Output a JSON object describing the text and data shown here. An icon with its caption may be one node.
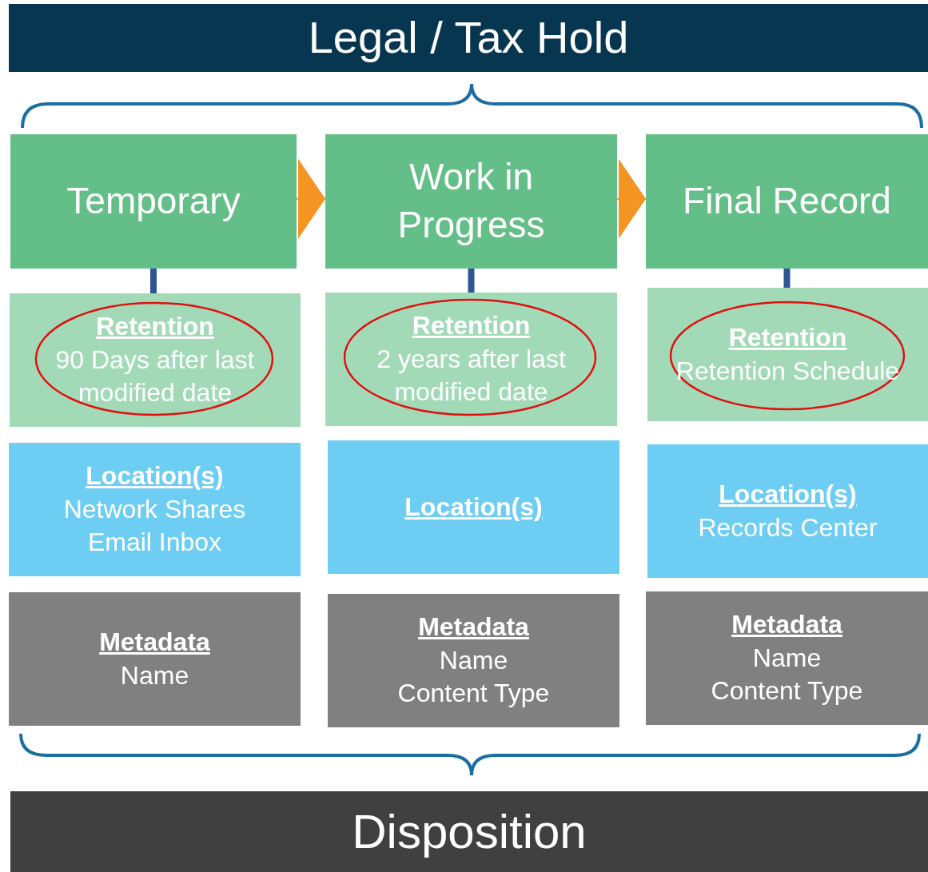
{
  "diagram": {
    "nodes": [
      {
        "text": [
          "Legal / Tax Hold"
        ]
      },
      {
        "text": [
          "Temporary"
        ]
      },
      {
        "text": [
          "Work in Progress"
        ]
      },
      {
        "text": [
          "Final Record"
        ]
      },
      {
        "text": [
          "Retention",
          "90 Days after last modified date"
        ]
      },
      {
        "text": [
          "Retention",
          "2 years after last modified date"
        ]
      },
      {
        "text": [
          "Retention",
          "Retention Schedule"
        ]
      },
      {
        "text": [
          "Location(s)",
          "Network Shares",
          "Email Inbox"
        ]
      },
      {
        "text": [
          "Location(s)"
        ]
      },
      {
        "text": [
          "Location(s)",
          "Records Center"
        ]
      },
      {
        "text": [
          "Metadata",
          "Name"
        ]
      },
      {
        "text": [
          "Metadata",
          "Name",
          "Content Type"
        ]
      },
      {
        "text": [
          "Metadata",
          "Name",
          "Content Type"
        ]
      },
      {
        "text": [
          "Disposition"
        ]
      }
    ],
    "edges": [
      {
        "from": 1,
        "to": 2,
        "arrow": "to",
        "color": "#f39423"
      },
      {
        "from": 2,
        "to": 3,
        "arrow": "to",
        "color": "#f39423"
      },
      {
        "from": 1,
        "to": 4,
        "arrow": "none"
      },
      {
        "from": 2,
        "to": 5,
        "arrow": "none"
      },
      {
        "from": 3,
        "to": 6,
        "arrow": "none"
      }
    ]
  }
}
